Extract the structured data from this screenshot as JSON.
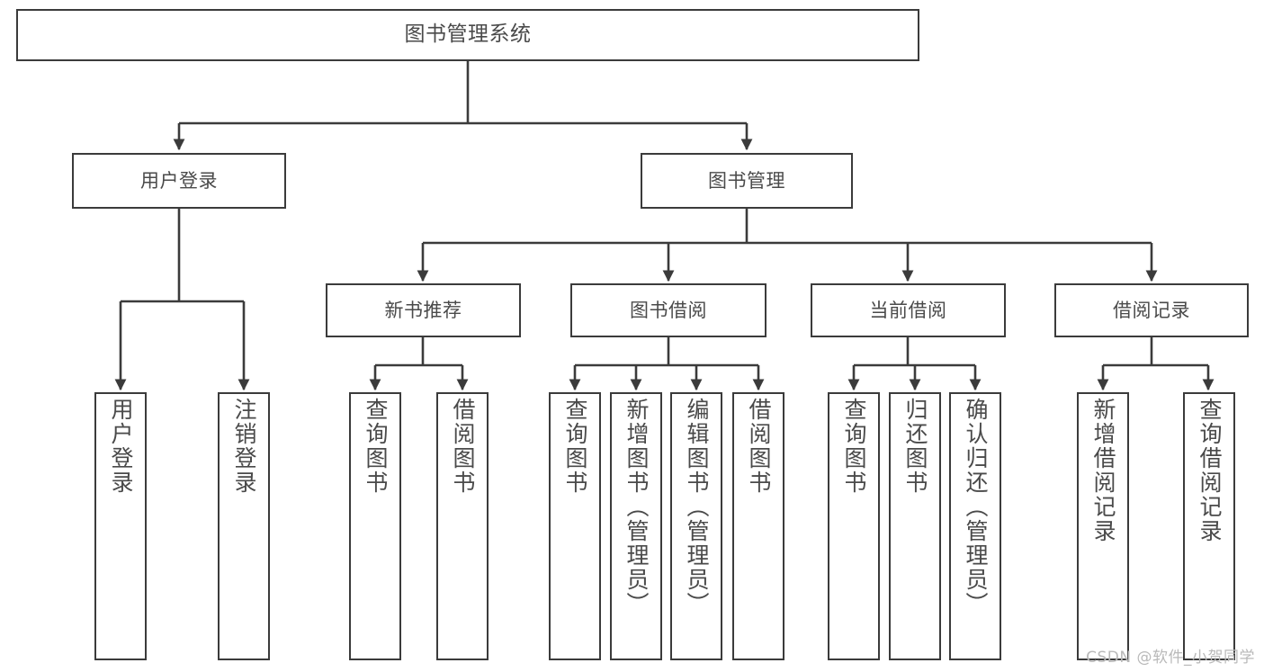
{
  "diagram": {
    "title": "图书管理系统",
    "type": "tree-hierarchy",
    "line_color": "#3b3b3b",
    "text_color": "#4a4a4a",
    "background": "#ffffff"
  },
  "root": {
    "label": "图书管理系统"
  },
  "level1": [
    {
      "label": "用户登录"
    },
    {
      "label": "图书管理"
    }
  ],
  "level2": [
    {
      "label": "新书推荐"
    },
    {
      "label": "图书借阅"
    },
    {
      "label": "当前借阅"
    },
    {
      "label": "借阅记录"
    }
  ],
  "leaves": {
    "user_login": [
      {
        "label": "用户登录"
      },
      {
        "label": "注销登录"
      }
    ],
    "new_book_recommend": [
      {
        "label": "查询图书"
      },
      {
        "label": "借阅图书"
      }
    ],
    "book_borrow": [
      {
        "label": "查询图书"
      },
      {
        "label": "新增图书（管理员）"
      },
      {
        "label": "编辑图书（管理员）"
      },
      {
        "label": "借阅图书"
      }
    ],
    "current_borrow": [
      {
        "label": "查询图书"
      },
      {
        "label": "归还图书"
      },
      {
        "label": "确认归还（管理员）"
      }
    ],
    "borrow_record": [
      {
        "label": "新增借阅记录"
      },
      {
        "label": "查询借阅记录"
      }
    ]
  },
  "watermark": {
    "text": "CSDN @软件_小贺同学"
  }
}
